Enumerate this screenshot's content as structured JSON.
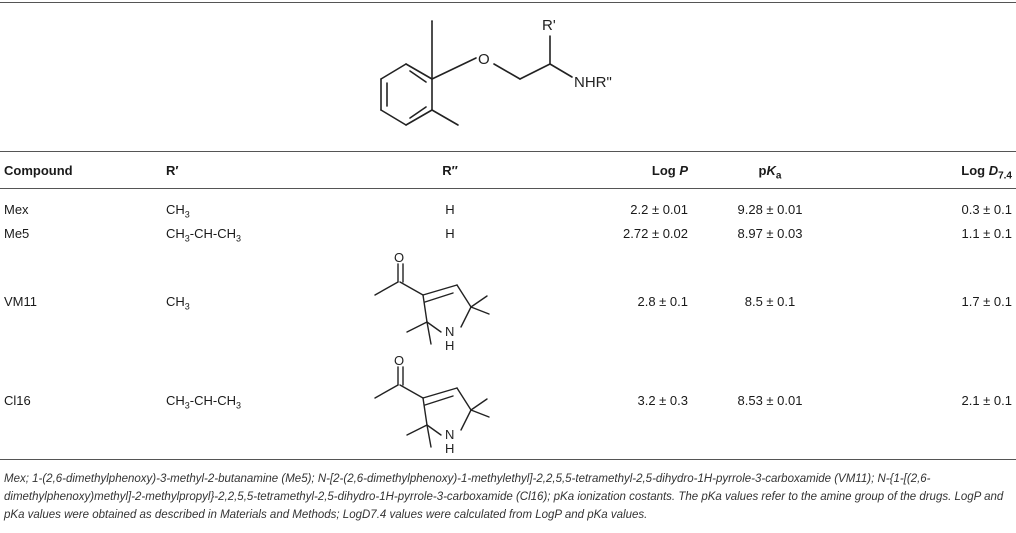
{
  "structure_labels": {
    "r_prime": "R'",
    "o": "O",
    "nhr": "NHR\"",
    "n": "N",
    "h": "H"
  },
  "headers": {
    "compound": "Compound",
    "r_prime": "R′",
    "r_double_prime": "R″",
    "log_p_prefix": "Log ",
    "log_p_var": "P",
    "pka_prefix": "p",
    "pka_var": "K",
    "pka_sub": "a",
    "logd_prefix": "Log ",
    "logd_var": "D",
    "logd_sub": "7.4"
  },
  "rows": [
    {
      "compound": "Mex",
      "r_prime": "CH3",
      "r_double_prime": "H",
      "log_p": "2.2 ± 0.01",
      "pka": "9.28 ± 0.01",
      "log_d": "0.3 ± 0.1"
    },
    {
      "compound": "Me5",
      "r_prime": "CH3-CH-CH3",
      "r_double_prime": "H",
      "log_p": "2.72 ± 0.02",
      "pka": "8.97 ± 0.03",
      "log_d": "1.1 ± 0.1"
    },
    {
      "compound": "VM11",
      "r_prime": "CH3",
      "r_double_prime": "pyrroline structure",
      "log_p": "2.8 ± 0.1",
      "pka": "8.5 ± 0.1",
      "log_d": "1.7 ± 0.1"
    },
    {
      "compound": "Cl16",
      "r_prime": "CH3-CH-CH3",
      "r_double_prime": "pyrroline structure",
      "log_p": "3.2 ± 0.3",
      "pka": "8.53 ± 0.01",
      "log_d": "2.1 ± 0.1"
    }
  ],
  "footnote": "Mex; 1-(2,6-dimethylphenoxy)-3-methyl-2-butanamine (Me5); N-[2-(2,6-dimethylphenoxy)-1-methylethyl]-2,2,5,5-tetramethyl-2,5-dihydro-1H-pyrrole-3-carboxamide (VM11); N-{1-[(2,6-dimethylphenoxy)methyl]-2-methylpropyl}-2,2,5,5-tetramethyl-2,5-dihydro-1H-pyrrole-3-carboxamide (Cl16); pKa ionization costants. The pKa values refer to the amine group of the drugs. LogP and pKa values were obtained as described in Materials and Methods; LogD7.4 values were calculated from LogP and pKa values."
}
